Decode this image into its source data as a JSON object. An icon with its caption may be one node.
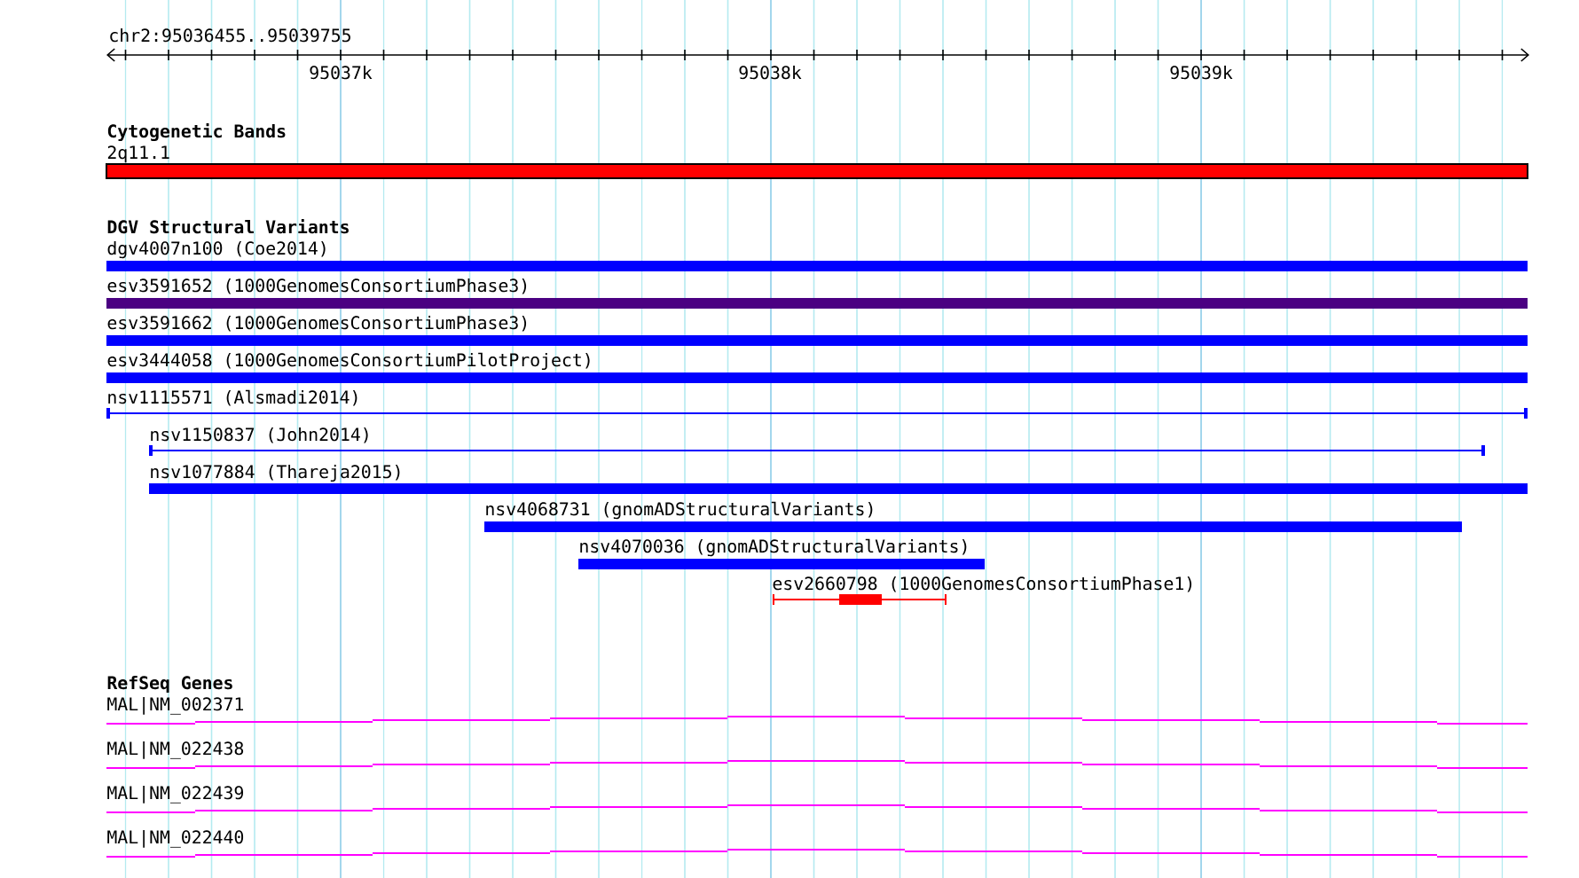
{
  "diagram": {
    "nodes": [
      {
        "text": [
          "2q11.1"
        ]
      },
      {
        "text": [
          "dgv4007n100 (Coe2014)"
        ]
      },
      {
        "text": [
          "esv3591652 (1000GenomesConsortiumPhase3)"
        ]
      },
      {
        "text": [
          "esv3591662 (1000GenomesConsortiumPhase3)"
        ]
      },
      {
        "text": [
          "esv3444058 (1000GenomesConsortiumPilotProject)"
        ]
      },
      {
        "text": [
          "nsv1115571 (Alsmadi2014)"
        ]
      },
      {
        "text": [
          "nsv1150837 (John2014)"
        ]
      },
      {
        "text": [
          "nsv1077884 (Thareja2015)"
        ]
      },
      {
        "text": [
          "nsv4068731 (gnomADStructuralVariants)"
        ]
      },
      {
        "text": [
          "nsv4070036 (gnomADStructuralVariants)"
        ]
      },
      {
        "text": [
          "esv2660798 (1000GenomesConsortiumPhase1)"
        ]
      },
      {
        "text": [
          "MAL|NM_002371"
        ]
      },
      {
        "text": [
          "MAL|NM_022438"
        ]
      },
      {
        "text": [
          "MAL|NM_022439"
        ]
      },
      {
        "text": [
          "MAL|NM_022440"
        ]
      }
    ],
    "labels": [
      "chr2:95036455..95039755",
      "95037k",
      "95038k",
      "95039k",
      "Cytogenetic Bands",
      "DGV Structural Variants",
      "RefSeq Genes"
    ]
  }
}
